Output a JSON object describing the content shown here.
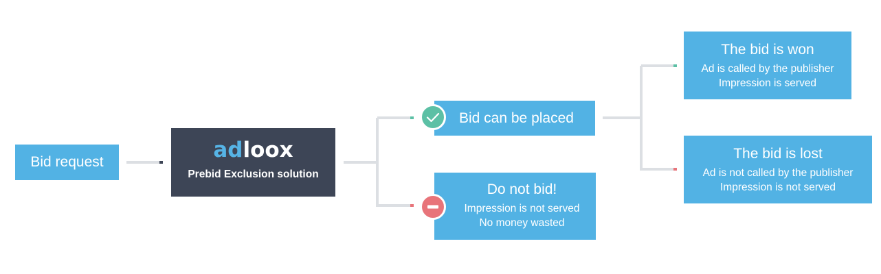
{
  "diagram": {
    "bid_request": "Bid request",
    "adloox": {
      "logo_ad": "ad",
      "logo_loox": "loox",
      "caption": "Prebid Exclusion solution"
    },
    "placed": {
      "label": "Bid can be placed"
    },
    "no_bid": {
      "title": "Do not bid!",
      "line1": "Impression is not served",
      "line2": "No money wasted"
    },
    "won": {
      "title": "The bid is won",
      "line1": "Ad is called by the publisher",
      "line2": "Impression is served"
    },
    "lost": {
      "title": "The bid is lost",
      "line1": "Ad is not called by the publisher",
      "line2": "Impression is not served"
    }
  },
  "colors": {
    "box_blue": "#52b2e4",
    "box_dark": "#3d4556",
    "logo_blue": "#56b4e6",
    "connector_grey": "#dcdfe3",
    "success_green": "#5cc0a5",
    "error_red": "#e8747a"
  },
  "icons": {
    "placed": "checkmark-icon",
    "no_bid": "minus-icon"
  }
}
